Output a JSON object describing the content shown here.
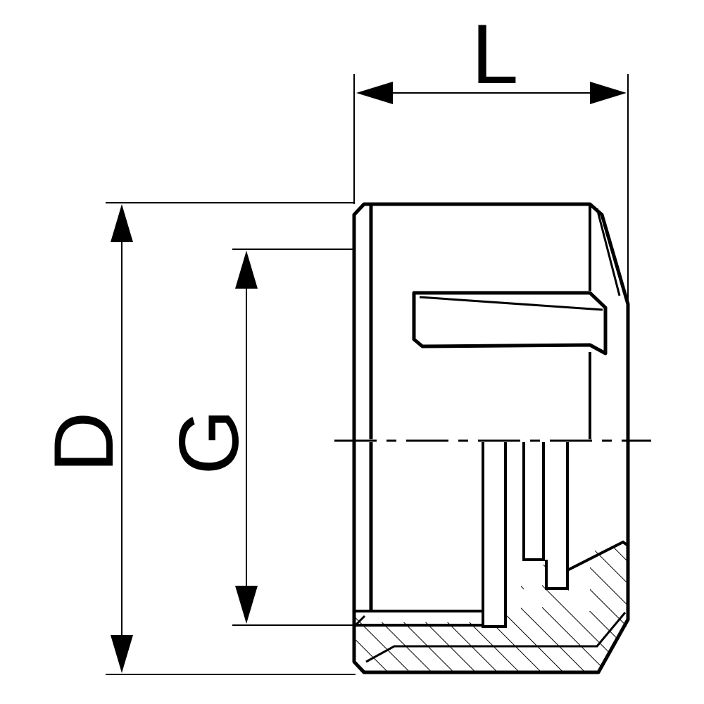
{
  "labels": {
    "length": "L",
    "outer_diameter": "D",
    "thread": "G"
  },
  "colors": {
    "line": "#000000",
    "background": "#ffffff"
  }
}
